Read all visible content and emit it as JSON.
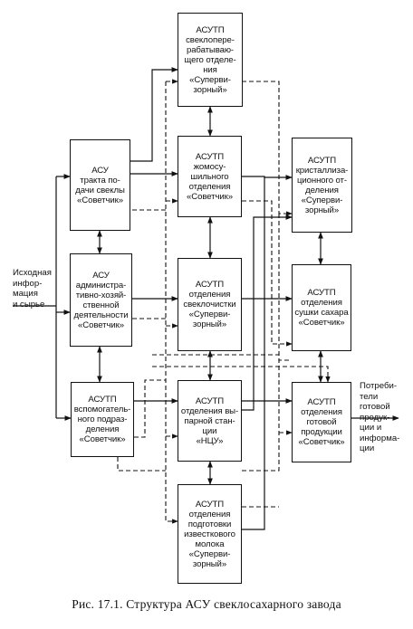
{
  "blocks": [
    {
      "id": "beet",
      "text": "АСУТП\nсвеклопере-\nрабатываю-\nщего отделе-\nния\n«Суперви-\nзорный»"
    },
    {
      "id": "tract",
      "text": "АСУ\nтракта по-\nдачи свеклы\n«Советчик»"
    },
    {
      "id": "pulp",
      "text": "АСУТП\nжомосу-\nшильного\nотделения\n«Советчик»"
    },
    {
      "id": "cryst",
      "text": "АСУТП\nкристаллиза-\nционного от-\nделения\n«Суперви-\nзорный»"
    },
    {
      "id": "admin",
      "text": "АСУ\nадминистра-\nтивно-хозяй-\nственной\nдеятельности\n«Советчик»"
    },
    {
      "id": "clean",
      "text": "АСУТП\nотделения\nсвеклочистки\n«Суперви-\nзорный»"
    },
    {
      "id": "dry",
      "text": "АСУТП\nотделения\nсушки сахара\n«Советчик»"
    },
    {
      "id": "aux",
      "text": "АСУТП\nвспомогатель-\nного подраз-\nделения\n«Советчик»"
    },
    {
      "id": "steam",
      "text": "АСУТП\nотделения вы-\nпарной стан-\nции\n«НЦУ»"
    },
    {
      "id": "product",
      "text": "АСУТП\nотделения\nготовой\nпродукции\n«Советчик»"
    },
    {
      "id": "lime",
      "text": "АСУТП\nотделения\nподготовки\nизвесткового\nмолока\n«Суперви-\nзорный»"
    }
  ],
  "input_label": "Исходная\nинфор-\nмация\nи сырье",
  "output_label": "Потреби-\nтели\nготовой\nпродук-\nции и\nинформа-\nции",
  "caption": "Рис. 17.1. Структура АСУ свеклосахарного завода"
}
